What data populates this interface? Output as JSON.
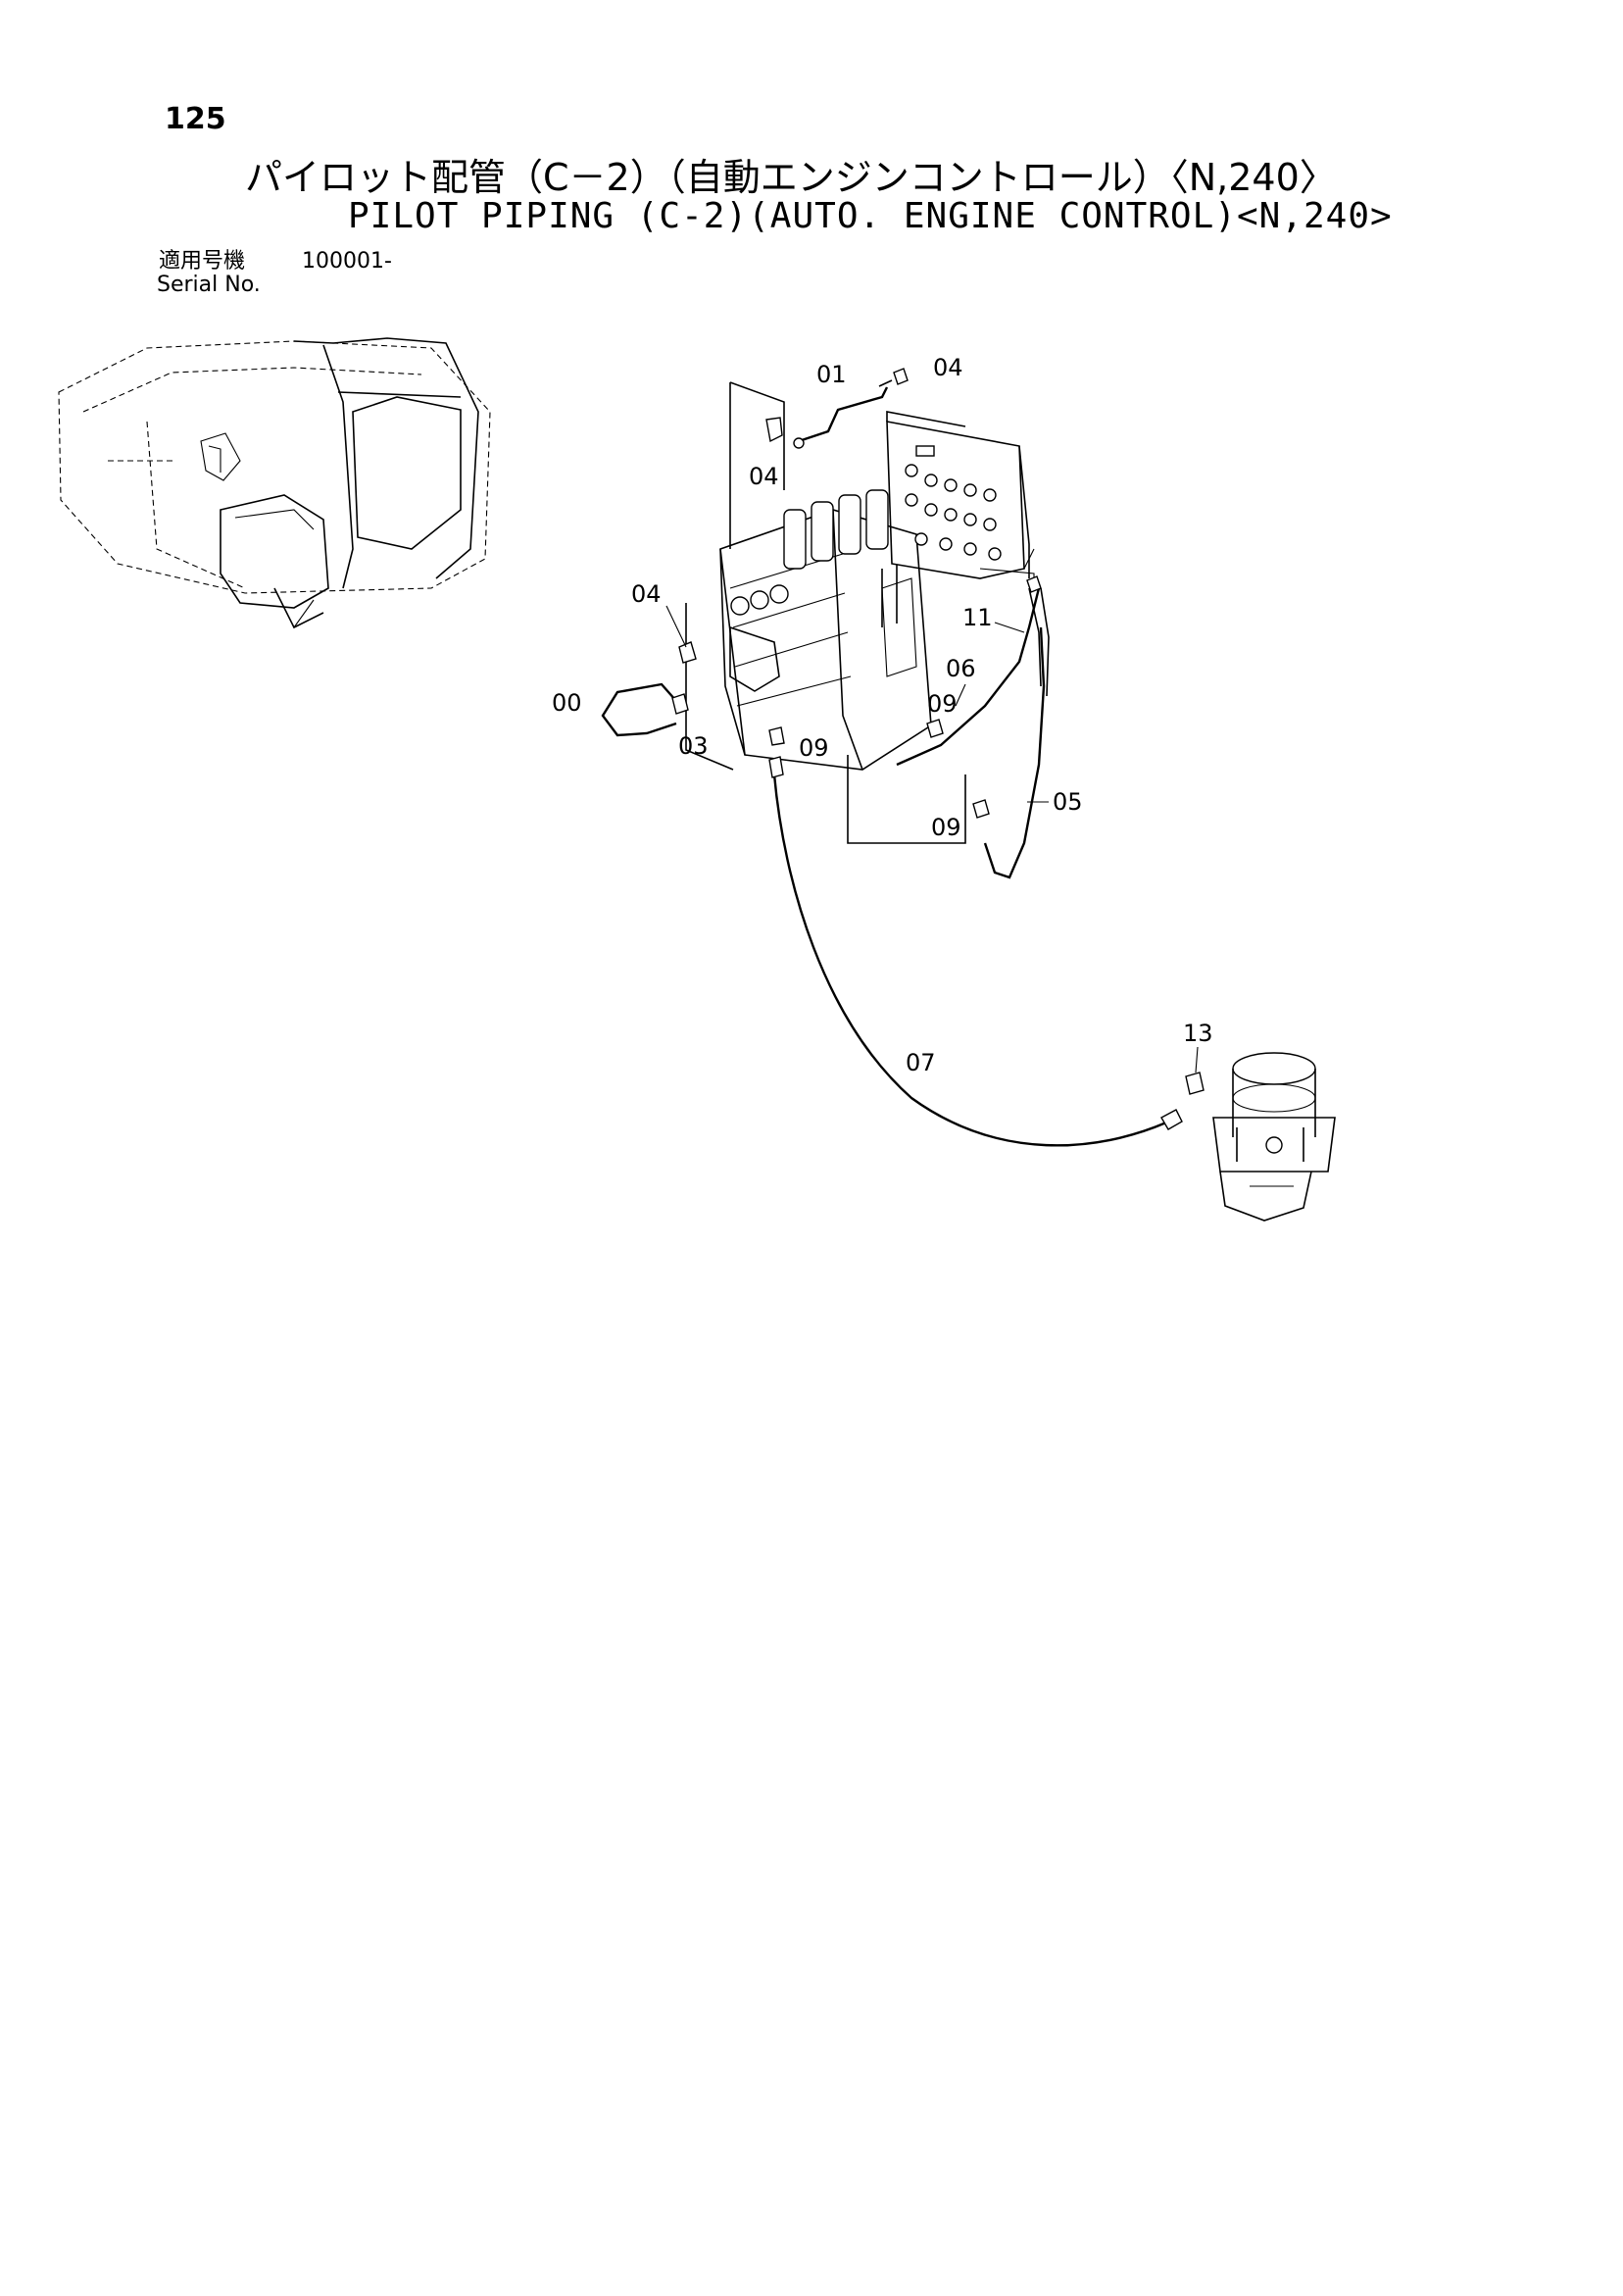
{
  "page": {
    "number": "125",
    "title_jp": "パイロット配管（C－2）（自動エンジンコントロール）〈N,240〉",
    "title_en": "PILOT PIPING (C-2)(AUTO. ENGINE CONTROL)<N,240>"
  },
  "serial": {
    "label_jp": "適用号機",
    "value": "100001-",
    "label_en": "Serial No."
  },
  "callouts": {
    "c00": "00",
    "c01": "01",
    "c03": "03",
    "c04_top": "04",
    "c04_mid": "04",
    "c04_left": "04",
    "c05": "05",
    "c06": "06",
    "c07": "07",
    "c09_a": "09",
    "c09_b": "09",
    "c09_c": "09",
    "c11": "11",
    "c13": "13"
  }
}
